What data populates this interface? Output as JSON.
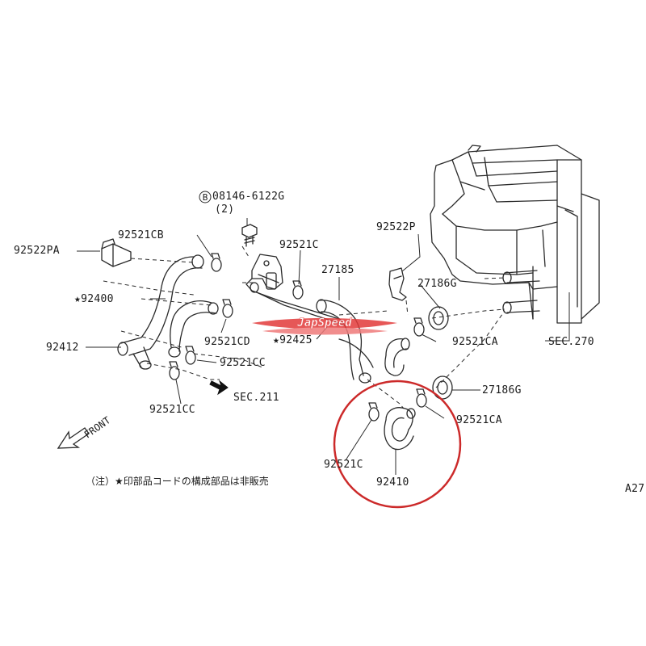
{
  "labels": {
    "bolt": "08146-6122G",
    "bolt_qty": "(2)",
    "bolt_mark": "B",
    "clamp_cb": "92521CB",
    "clamp_pa": "92522PA",
    "clamp_c_top": "92521C",
    "hose_92400": "★92400",
    "hose_92412": "92412",
    "clamp_cd": "92521CD",
    "clamp_cc_right": "92521CC",
    "clamp_cc_bottom": "92521CC",
    "sec_211": "SEC.211",
    "front": "FRONT",
    "p_92522p": "92522P",
    "p_27185": "27185",
    "p_27186g_top": "27186G",
    "p_27186g_bottom": "27186G",
    "hose_92425": "★92425",
    "clamp_ca_top": "92521CA",
    "clamp_ca_bottom": "92521CA",
    "sec_270": "SEC.270",
    "clamp_c_bottom": "92521C",
    "hose_92410": "92410",
    "figure_code": "A27"
  },
  "note": "（注）★印部品コードの構成部品は非販売",
  "watermark": "JapSpeed",
  "colors": {
    "line": "#2a2a2a",
    "highlight_circle": "#cc2a2a",
    "watermark": "#e23a3a"
  }
}
